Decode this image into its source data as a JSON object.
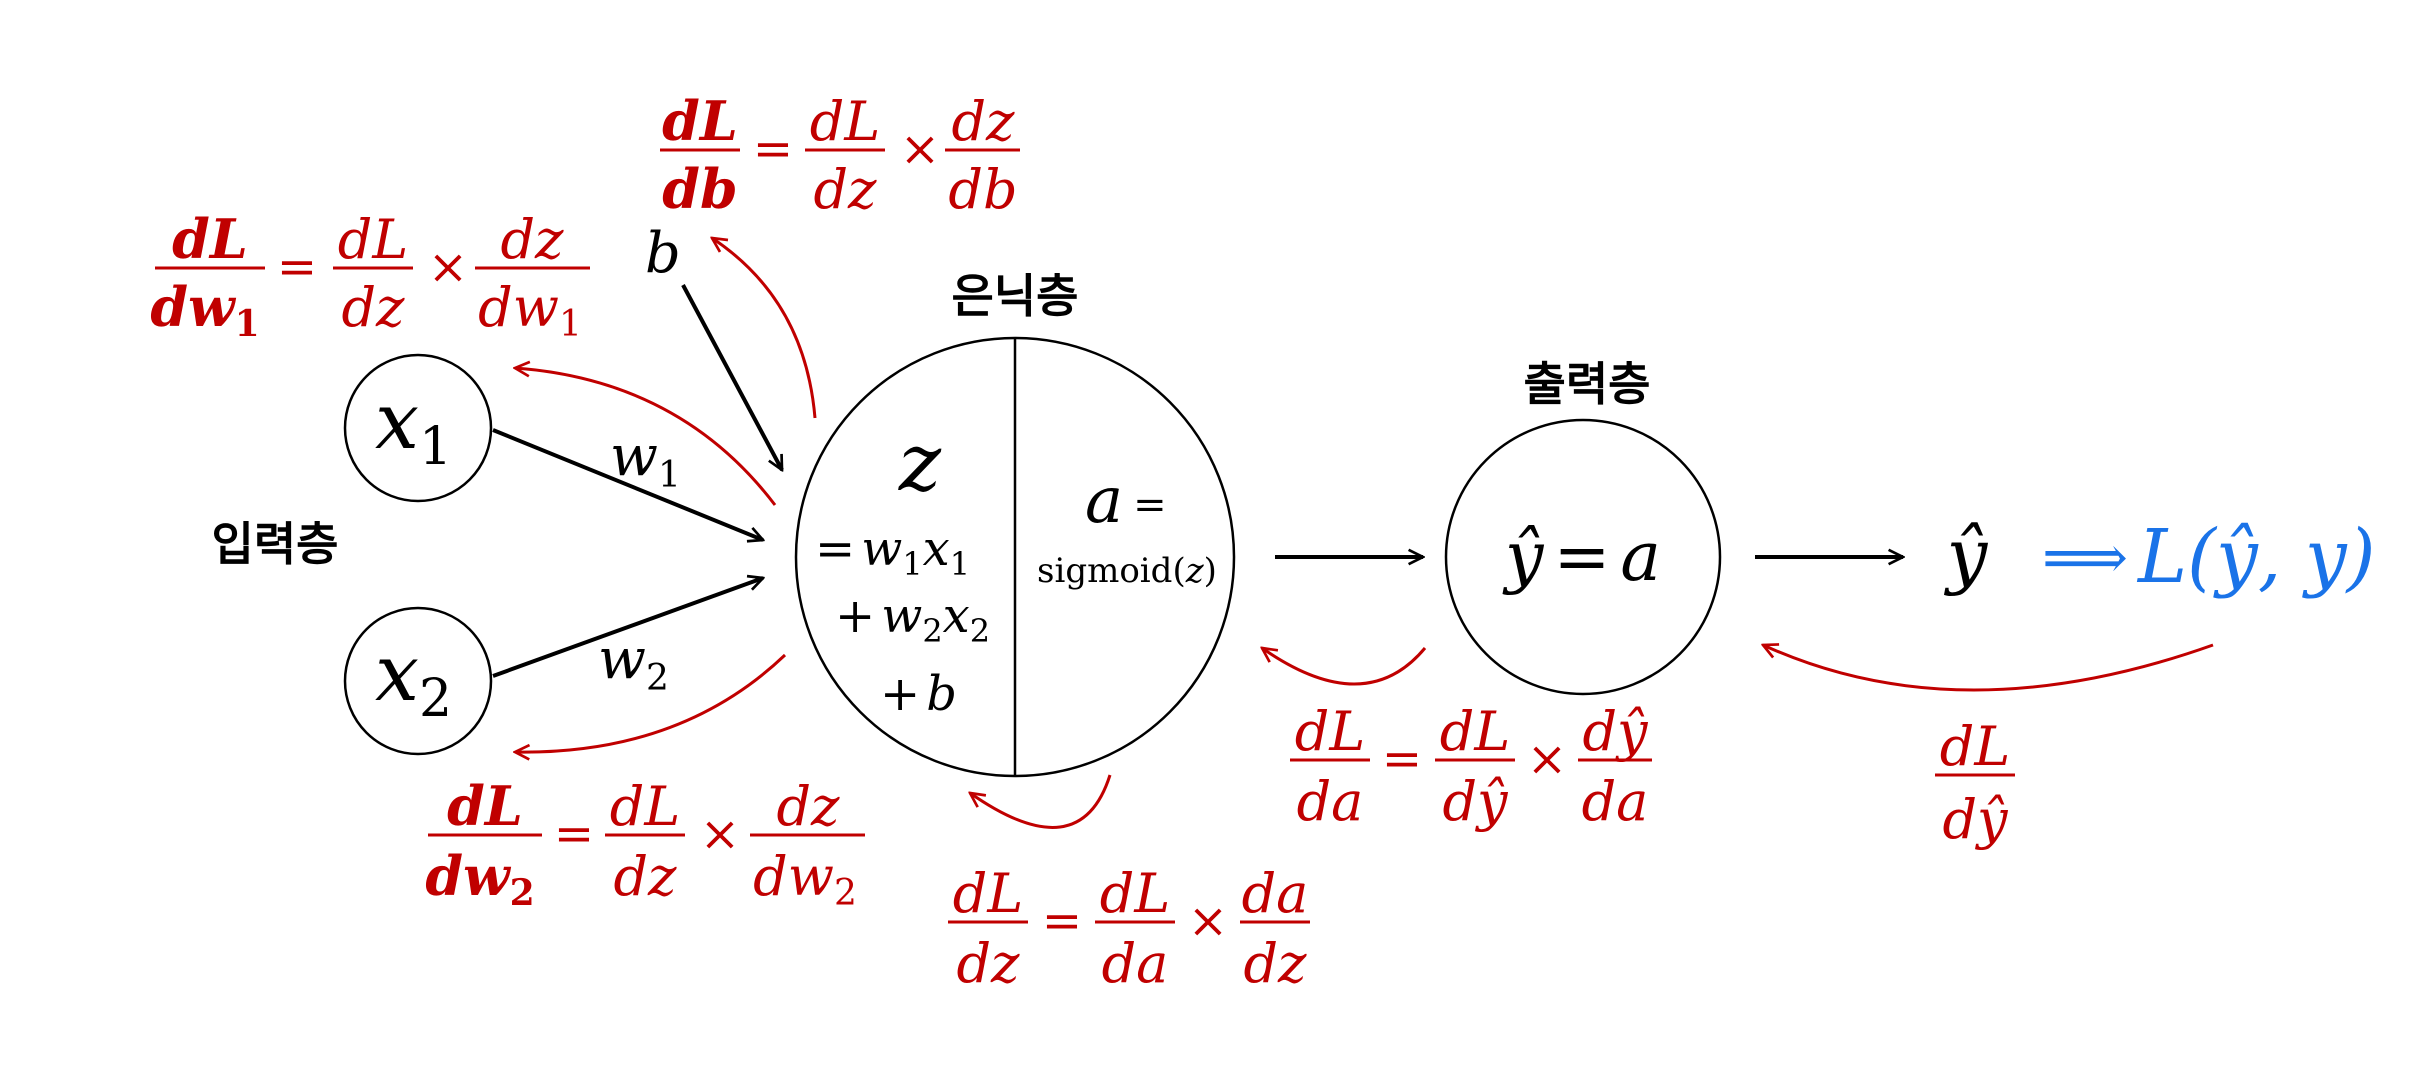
{
  "layers": {
    "input": "입력층",
    "hidden": "은닉층",
    "output": "출력층"
  },
  "nodes": {
    "x1": {
      "base": "x",
      "sub": "1"
    },
    "x2": {
      "base": "x",
      "sub": "2"
    },
    "bias": "b",
    "hidden_z": {
      "var": "z",
      "line1": {
        "pre": "=",
        "a": "w",
        "a_sub": "1",
        "b": "x",
        "b_sub": "1"
      },
      "line2": {
        "pre": "+",
        "a": "w",
        "a_sub": "2",
        "b": "x",
        "b_sub": "2"
      },
      "line3": {
        "pre": "+",
        "a": "b"
      }
    },
    "hidden_a": {
      "var": "a",
      "eq": "=",
      "func": "sigmoid",
      "arg": "z"
    },
    "output": {
      "lhs": "ŷ",
      "eq": "=",
      "rhs": "a"
    }
  },
  "weights": {
    "w1": {
      "base": "w",
      "sub": "1"
    },
    "w2": {
      "base": "w",
      "sub": "2"
    }
  },
  "result": {
    "yhat": "ŷ",
    "implies": "⟹",
    "loss": "L(ŷ, y)"
  },
  "gradients": {
    "db": {
      "num": "dL",
      "den": "db",
      "t1_num": "dL",
      "t1_den": "dz",
      "t2_num": "dz",
      "t2_den": "db"
    },
    "dw1": {
      "num": "dL",
      "den": "dw",
      "den_sub": "1",
      "t1_num": "dL",
      "t1_den": "dz",
      "t2_num": "dz",
      "t2_den": "dw",
      "t2_den_sub": "1"
    },
    "dw2": {
      "num": "dL",
      "den": "dw",
      "den_sub": "2",
      "t1_num": "dL",
      "t1_den": "dz",
      "t2_num": "dz",
      "t2_den": "dw",
      "t2_den_sub": "2"
    },
    "dz": {
      "num": "dL",
      "den": "dz",
      "t1_num": "dL",
      "t1_den": "da",
      "t2_num": "da",
      "t2_den": "dz"
    },
    "da": {
      "num": "dL",
      "den": "da",
      "t1_num": "dL",
      "t1_den": "dŷ",
      "t2_num": "dŷ",
      "t2_den": "da"
    },
    "dyhat": {
      "num": "dL",
      "den": "dŷ"
    },
    "eq": "=",
    "times": "×"
  },
  "colors": {
    "forward": "#000000",
    "backward": "#c00000",
    "loss": "#1a73e8"
  }
}
